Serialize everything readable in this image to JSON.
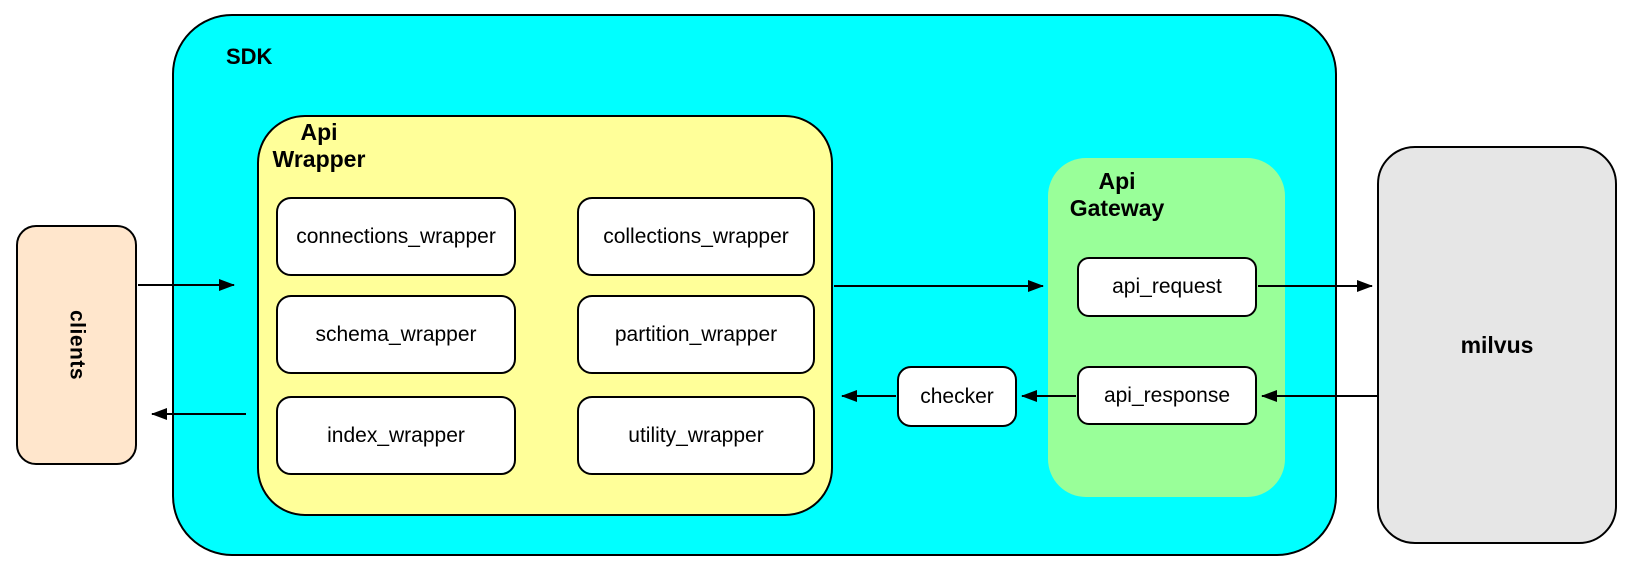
{
  "diagram": {
    "clients": {
      "label": "clients",
      "fill": "#ffe6cc"
    },
    "sdk": {
      "label": "SDK",
      "fill": "#00ffff",
      "api_wrapper": {
        "label": "Api\nWrapper",
        "fill": "#ffff99",
        "left_column": [
          "connections_wrapper",
          "schema_wrapper",
          "index_wrapper"
        ],
        "right_column": [
          "collections_wrapper",
          "partition_wrapper",
          "utility_wrapper"
        ]
      },
      "checker": {
        "label": "checker"
      },
      "api_gateway": {
        "label": "Api\nGateway",
        "fill": "#99ff99",
        "request_label": "api_request",
        "response_label": "api_response"
      }
    },
    "milvus": {
      "label": "milvus",
      "fill": "#e6e6e6"
    },
    "node_fill": "#ffffff",
    "line_color": "#000000",
    "connections": [
      {
        "from": "clients",
        "to": "api_wrapper"
      },
      {
        "from": "api_wrapper",
        "to": "clients"
      },
      {
        "from": "api_wrapper",
        "to": "api_gateway"
      },
      {
        "from": "api_request",
        "to": "milvus"
      },
      {
        "from": "milvus",
        "to": "api_response"
      },
      {
        "from": "api_response",
        "to": "checker"
      },
      {
        "from": "checker",
        "to": "api_wrapper"
      }
    ]
  }
}
